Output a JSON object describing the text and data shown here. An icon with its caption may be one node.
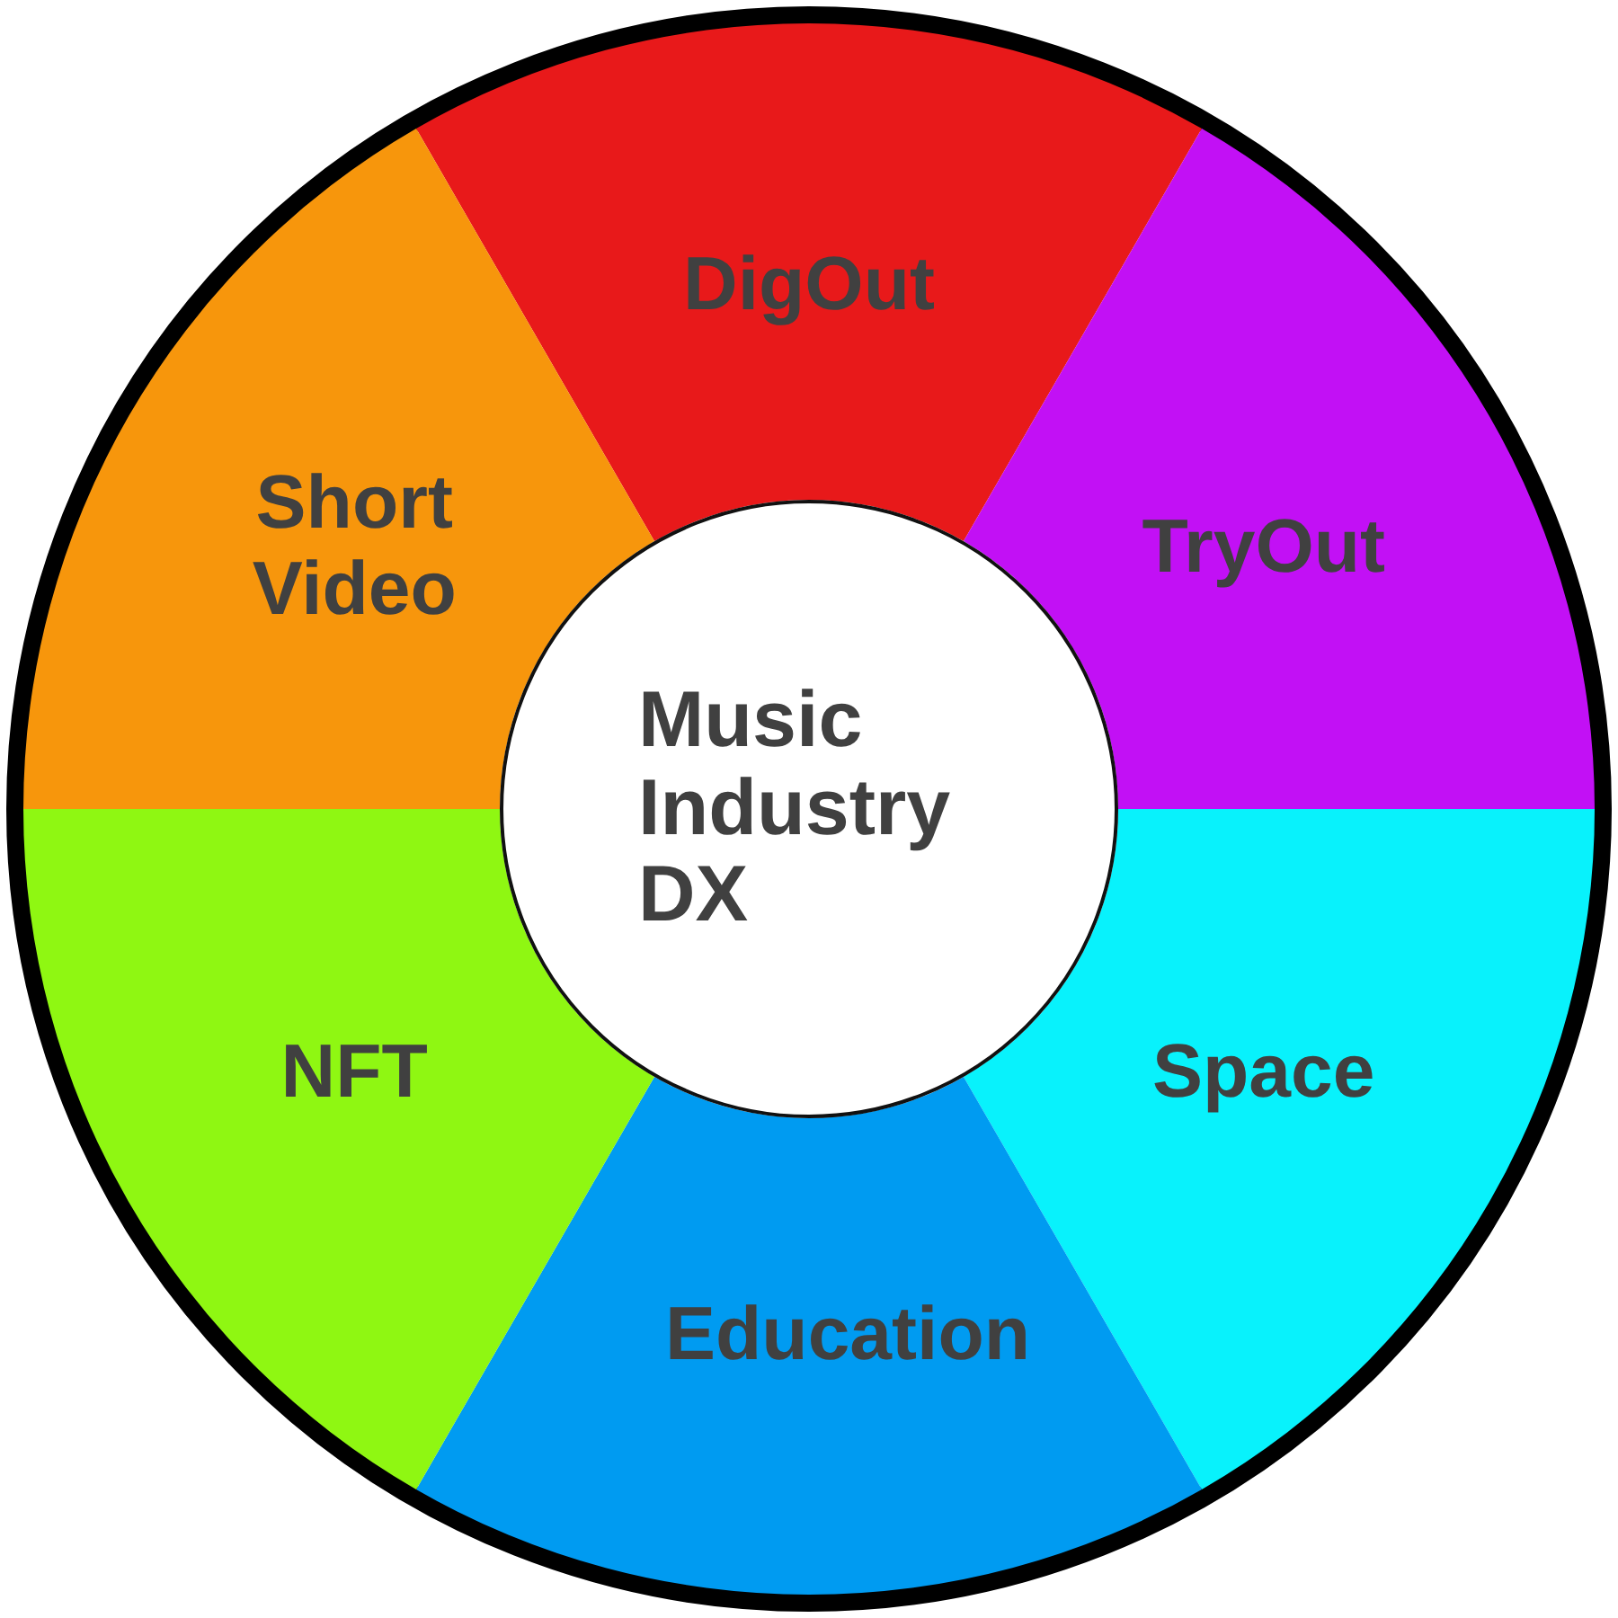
{
  "diagram": {
    "nodes": [
      {
        "text": [
          "Music Industry DX"
        ]
      },
      {
        "text": [
          "DigOut"
        ]
      },
      {
        "text": [
          "TryOut"
        ]
      },
      {
        "text": [
          "Space"
        ]
      },
      {
        "text": [
          "Education"
        ]
      },
      {
        "text": [
          "NFT"
        ]
      },
      {
        "text": [
          "Short Video"
        ]
      }
    ]
  }
}
